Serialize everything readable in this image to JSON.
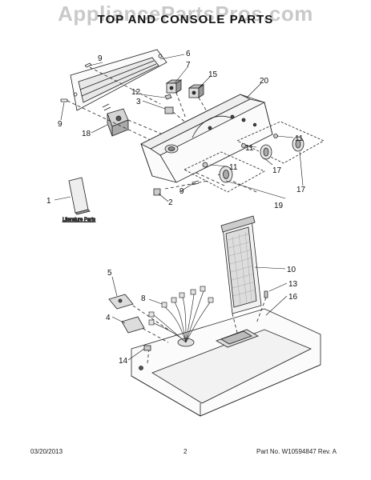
{
  "watermark": "AppliancePartsPros.com",
  "title": "TOP AND CONSOLE PARTS",
  "literature_label": "Literature Parts",
  "callouts": {
    "c1": "1",
    "c2": "2",
    "c3": "3",
    "c4": "4",
    "c5": "5",
    "c6": "6",
    "c7": "7",
    "c8": "8",
    "c9a": "9",
    "c9b": "9",
    "c9c": "9",
    "c10": "10",
    "c11a": "11",
    "c11b": "11",
    "c11c": "11",
    "c12": "12",
    "c13": "13",
    "c14": "14",
    "c15": "15",
    "c16": "16",
    "c17a": "17",
    "c17b": "17",
    "c18": "18",
    "c19": "19",
    "c20": "20"
  },
  "footer": {
    "date": "03/20/2013",
    "page": "2",
    "part_no": "Part No.  W10594847  Rev.  A"
  }
}
